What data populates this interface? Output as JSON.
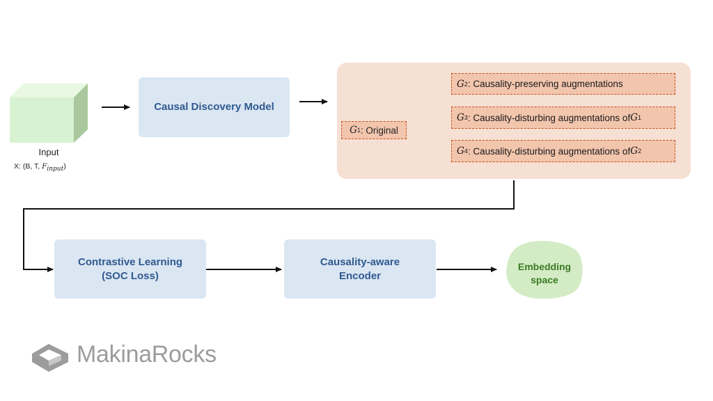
{
  "input": {
    "label": "Input",
    "shape_prefix": "X: (B, T, ",
    "shape_var": "F",
    "shape_var_sub": "input",
    "shape_suffix": ")"
  },
  "causal_discovery": {
    "label": "Causal Discovery Model"
  },
  "augmentations": {
    "original": {
      "sym": "G",
      "sub": "1",
      "text": ": Original"
    },
    "items": [
      {
        "sym": "G",
        "sub": "2",
        "text": ": Causality-preserving augmentations",
        "ref_sym": "",
        "ref_sub": ""
      },
      {
        "sym": "G",
        "sub": "3",
        "text": ": Causality-disturbing augmentations of ",
        "ref_sym": "G",
        "ref_sub": "1"
      },
      {
        "sym": "G",
        "sub": "4",
        "text": ": Causality-disturbing augmentations of ",
        "ref_sym": "G",
        "ref_sub": "2"
      }
    ]
  },
  "contrastive": {
    "line1": "Contrastive Learning",
    "line2": "(SOC Loss)"
  },
  "encoder": {
    "line1": "Causality-aware",
    "line2": "Encoder"
  },
  "embedding": {
    "line1": "Embedding",
    "line2": "space"
  },
  "logo": {
    "text": "MakinaRocks"
  },
  "colors": {
    "blue_box": "#dbe6f3",
    "blue_text": "#2f5a8f",
    "aug_panel": "#f6e0d4",
    "aug_box": "#f2c5ad",
    "aug_border": "#c8541e",
    "embedding_fill": "#d3ecc5",
    "embedding_text": "#3a7a24",
    "cube_front": "#d7f2d0",
    "logo": "#9c9c9c"
  }
}
